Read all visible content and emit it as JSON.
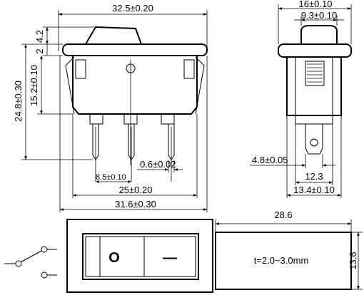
{
  "front_view": {
    "overall_width": "32.5±0.20",
    "actuator_height": "4.2",
    "flange_height": "2",
    "total_height": "24.8±0.30",
    "body_height": "15.2±0.10",
    "terminal_pitch": "8.5±0.10",
    "terminal_thickness": "0.6±0.02",
    "terminal_span": "25±0.20",
    "body_width": "31.6±0.30"
  },
  "side_view": {
    "flange_width": "16±0.10",
    "actuator_width": "9.3±0.10",
    "terminal_width": "4.8±0.05",
    "body_width_inner": "12.3",
    "body_width": "13.4±0.10"
  },
  "panel_cutout": {
    "length": "28.6",
    "height": "13.6",
    "thickness": "t=2.0~3.0mm"
  },
  "top_view": {
    "off_symbol": "O",
    "on_symbol": "—"
  }
}
